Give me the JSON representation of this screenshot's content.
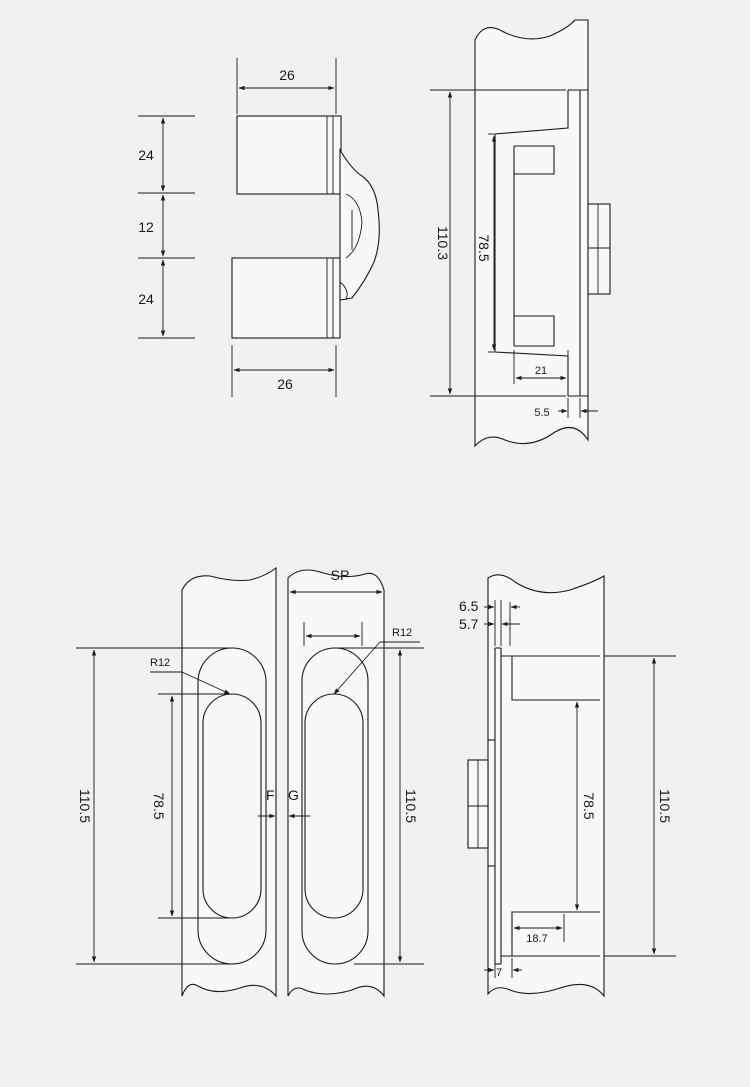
{
  "top_left": {
    "width_top": "26",
    "height_1": "24",
    "height_2": "12",
    "height_3": "24",
    "width_bottom": "26"
  },
  "top_right": {
    "total_height": "110.3",
    "inner_height": "78.5",
    "depth": "21",
    "offset": "5.5"
  },
  "bottom_left": {
    "sp_label": "SP",
    "radius_left": "R12",
    "radius_right": "R12",
    "height_left": "110.5",
    "inner_left": "78.5",
    "gap_f": "F",
    "gap_g": "G",
    "height_right": "110.5"
  },
  "bottom_right": {
    "dim_6_5": "6.5",
    "dim_5_7": "5.7",
    "inner_height": "78.5",
    "total_height": "110.5",
    "depth": "18.7",
    "offset": "7"
  }
}
